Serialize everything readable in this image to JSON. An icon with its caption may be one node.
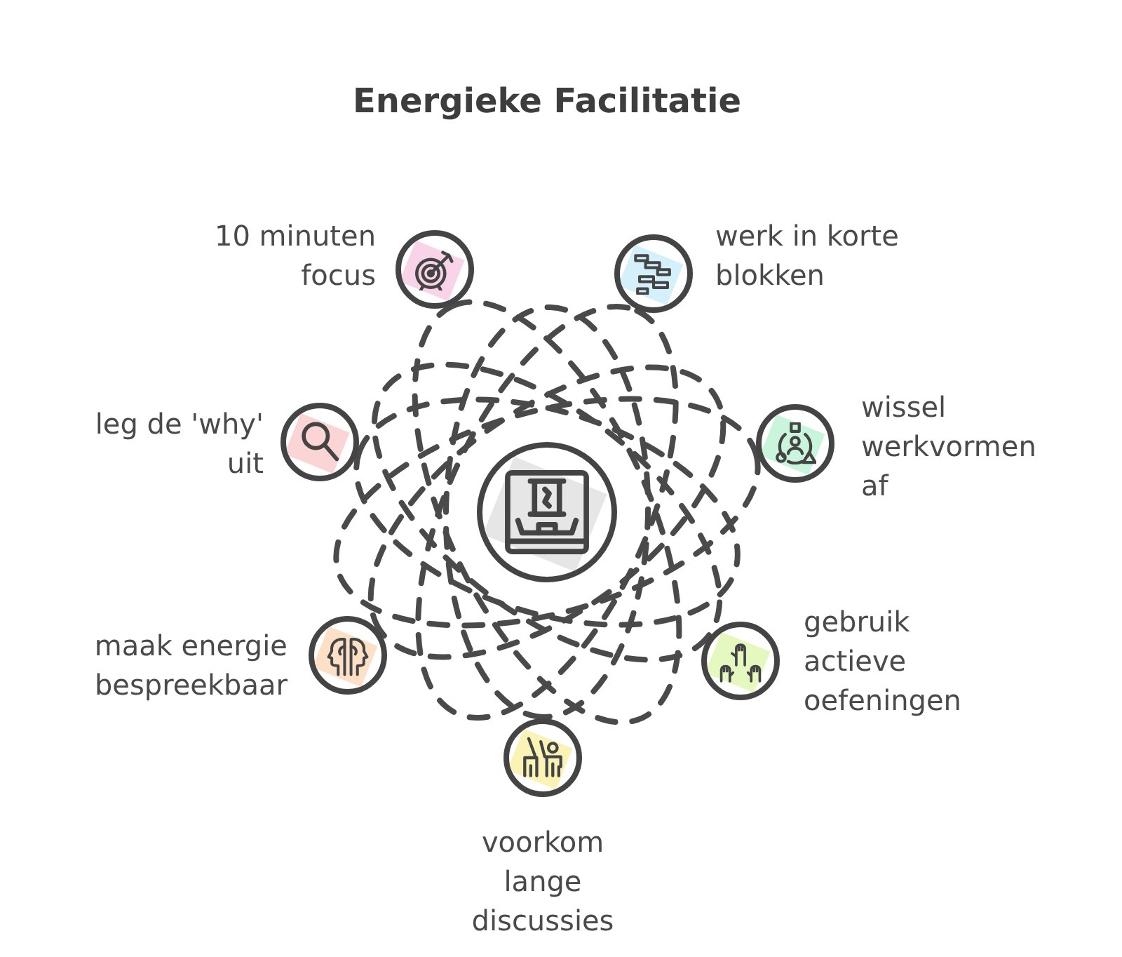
{
  "diagram": {
    "title": "Energieke Facilitatie",
    "nodes": [
      {
        "text": [],
        "shape": "circle"
      },
      {
        "text": [],
        "shape": "circle",
        "beside": [
          "10 minuten focus"
        ]
      },
      {
        "text": [],
        "shape": "circle",
        "beside": [
          "werk in korte blokken"
        ]
      },
      {
        "text": [],
        "shape": "circle",
        "beside": [
          "wissel werkvormen af"
        ]
      },
      {
        "text": [],
        "shape": "circle",
        "beside": [
          "gebruik actieve oefeningen"
        ]
      },
      {
        "text": [],
        "shape": "circle",
        "beside": [
          "voorkom lange discussies"
        ]
      },
      {
        "text": [],
        "shape": "circle",
        "beside": [
          "maak energie bespreekbaar"
        ]
      },
      {
        "text": [],
        "shape": "circle",
        "beside": [
          "leg de 'why' uit"
        ]
      }
    ]
  }
}
